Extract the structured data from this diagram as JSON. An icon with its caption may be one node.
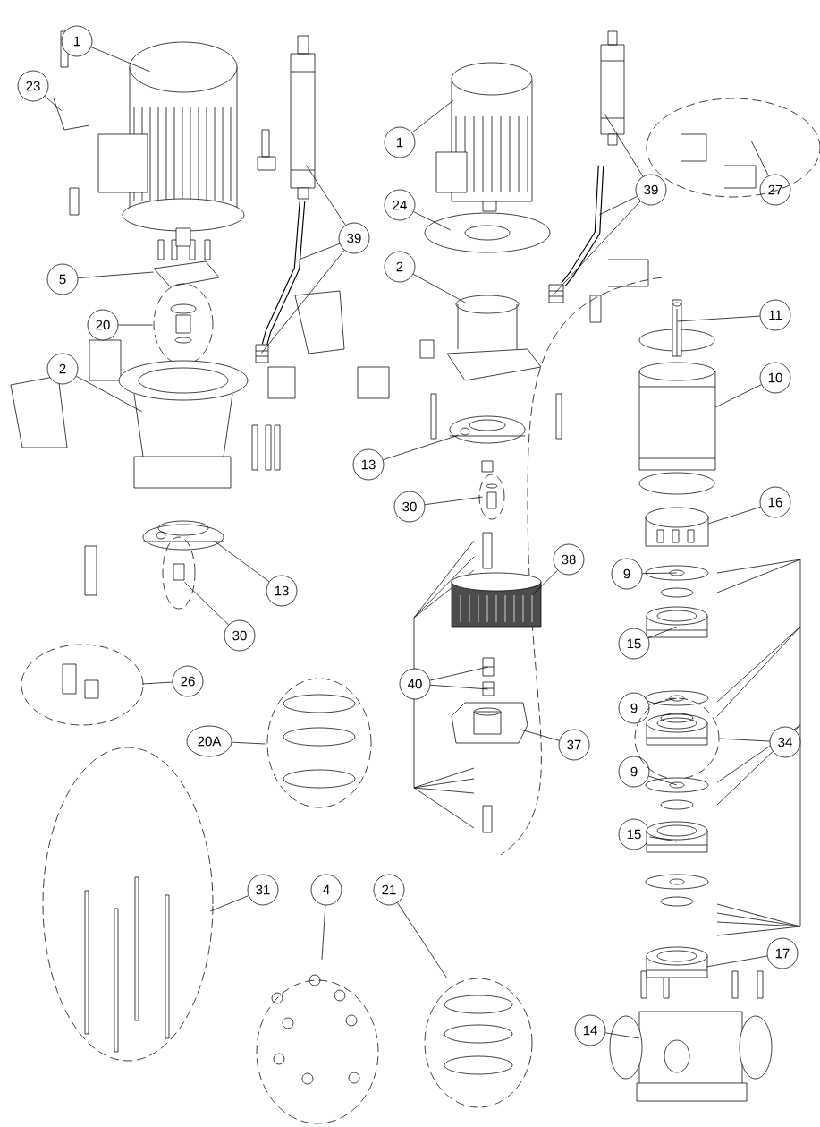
{
  "diagram": {
    "nodes": [
      {
        "text": [
          "1"
        ]
      },
      {
        "text": [
          "23"
        ]
      },
      {
        "text": [
          "1"
        ]
      },
      {
        "text": [
          "39"
        ]
      },
      {
        "text": [
          "27"
        ]
      },
      {
        "text": [
          "24"
        ]
      },
      {
        "text": [
          "39"
        ]
      },
      {
        "text": [
          "2"
        ]
      },
      {
        "text": [
          "5"
        ]
      },
      {
        "text": [
          "11"
        ]
      },
      {
        "text": [
          "20"
        ]
      },
      {
        "text": [
          "2"
        ]
      },
      {
        "text": [
          "10"
        ]
      },
      {
        "text": [
          "13"
        ]
      },
      {
        "text": [
          "16"
        ]
      },
      {
        "text": [
          "30"
        ]
      },
      {
        "text": [
          "38"
        ]
      },
      {
        "text": [
          "9"
        ]
      },
      {
        "text": [
          "13"
        ]
      },
      {
        "text": [
          "30"
        ]
      },
      {
        "text": [
          "15"
        ]
      },
      {
        "text": [
          "26"
        ]
      },
      {
        "text": [
          "40"
        ]
      },
      {
        "text": [
          "9"
        ]
      },
      {
        "text": [
          "20A"
        ]
      },
      {
        "text": [
          "34"
        ]
      },
      {
        "text": [
          "37"
        ]
      },
      {
        "text": [
          "9"
        ]
      },
      {
        "text": [
          "15"
        ]
      },
      {
        "text": [
          "31"
        ]
      },
      {
        "text": [
          "4"
        ]
      },
      {
        "text": [
          "21"
        ]
      },
      {
        "text": [
          "17"
        ]
      },
      {
        "text": [
          "14"
        ]
      },
      {
        "text": [],
        "shape": "picture"
      },
      {
        "text": [],
        "shape": "picture"
      },
      {
        "text": [],
        "shape": "picture"
      },
      {
        "text": [],
        "shape": "picture"
      },
      {
        "text": [],
        "shape": "picture"
      },
      {
        "text": [],
        "shape": "picture"
      },
      {
        "text": [],
        "shape": "picture"
      },
      {
        "text": [],
        "shape": "picture"
      },
      {
        "text": [],
        "shape": "picture"
      },
      {
        "text": [],
        "shape": "picture"
      },
      {
        "text": [],
        "shape": "picture"
      },
      {
        "text": [],
        "shape": "picture"
      },
      {
        "text": [],
        "shape": "picture"
      },
      {
        "text": [],
        "shape": "picture"
      },
      {
        "text": [],
        "shape": "picture"
      },
      {
        "text": [],
        "shape": "picture"
      },
      {
        "text": [],
        "shape": "picture"
      },
      {
        "text": [],
        "shape": "picture"
      },
      {
        "text": [],
        "shape": "picture"
      },
      {
        "text": [],
        "shape": "picture"
      },
      {
        "text": [],
        "shape": "picture"
      },
      {
        "text": [],
        "shape": "picture"
      },
      {
        "text": [],
        "shape": "picture"
      },
      {
        "text": [],
        "shape": "picture"
      },
      {
        "text": [],
        "shape": "picture"
      },
      {
        "text": [],
        "shape": "picture"
      },
      {
        "text": [],
        "shape": "picture"
      },
      {
        "text": [],
        "shape": "picture"
      },
      {
        "text": [],
        "shape": "picture"
      },
      {
        "text": [],
        "shape": "picture"
      },
      {
        "text": [],
        "shape": "picture"
      },
      {
        "text": [],
        "shape": "picture"
      },
      {
        "text": [],
        "shape": "picture"
      },
      {
        "text": [],
        "shape": "picture"
      },
      {
        "text": [],
        "shape": "picture"
      },
      {
        "text": [],
        "shape": "picture"
      },
      {
        "text": [],
        "shape": "picture"
      },
      {
        "text": [],
        "shape": "picture"
      },
      {
        "text": [],
        "shape": "picture"
      }
    ],
    "edges": [
      {
        "from": 0,
        "to": 34,
        "arrow": "none"
      },
      {
        "from": 1,
        "to": 35,
        "arrow": "none"
      },
      {
        "from": 2,
        "to": 36,
        "arrow": "none"
      },
      {
        "from": 3,
        "to": 37,
        "arrow": "none"
      },
      {
        "from": 3,
        "to": 38,
        "arrow": "none"
      },
      {
        "from": 3,
        "to": 39,
        "arrow": "none"
      },
      {
        "from": 4,
        "to": 40,
        "arrow": "none"
      },
      {
        "from": 5,
        "to": 41,
        "arrow": "none"
      },
      {
        "from": 6,
        "to": 42,
        "arrow": "none"
      },
      {
        "from": 6,
        "to": 43,
        "arrow": "none"
      },
      {
        "from": 6,
        "to": 44,
        "arrow": "none"
      },
      {
        "from": 7,
        "to": 45,
        "arrow": "none"
      },
      {
        "from": 8,
        "to": 46,
        "arrow": "none"
      },
      {
        "from": 9,
        "to": 47,
        "arrow": "none"
      },
      {
        "from": 10,
        "to": 48,
        "arrow": "none"
      },
      {
        "from": 11,
        "to": 49,
        "arrow": "none"
      },
      {
        "from": 12,
        "to": 50,
        "arrow": "none"
      },
      {
        "from": 13,
        "to": 51,
        "arrow": "none"
      },
      {
        "from": 14,
        "to": 52,
        "arrow": "none"
      },
      {
        "from": 15,
        "to": 53,
        "arrow": "none"
      },
      {
        "from": 16,
        "to": 54,
        "arrow": "none"
      },
      {
        "from": 17,
        "to": 55,
        "arrow": "none"
      },
      {
        "from": 18,
        "to": 56,
        "arrow": "none"
      },
      {
        "from": 19,
        "to": 57,
        "arrow": "none"
      },
      {
        "from": 20,
        "to": 58,
        "arrow": "none"
      },
      {
        "from": 21,
        "to": 59,
        "arrow": "none"
      },
      {
        "from": 22,
        "to": 60,
        "arrow": "none"
      },
      {
        "from": 22,
        "to": 61,
        "arrow": "none"
      },
      {
        "from": 23,
        "to": 62,
        "arrow": "none"
      },
      {
        "from": 24,
        "to": 63,
        "arrow": "none"
      },
      {
        "from": 25,
        "to": 64,
        "arrow": "none"
      },
      {
        "from": 26,
        "to": 65,
        "arrow": "none"
      },
      {
        "from": 27,
        "to": 66,
        "arrow": "none"
      },
      {
        "from": 28,
        "to": 67,
        "arrow": "none"
      },
      {
        "from": 29,
        "to": 68,
        "arrow": "none"
      },
      {
        "from": 30,
        "to": 69,
        "arrow": "none"
      },
      {
        "from": 31,
        "to": 70,
        "arrow": "none"
      },
      {
        "from": 32,
        "to": 71,
        "arrow": "none"
      },
      {
        "from": 33,
        "to": 72,
        "arrow": "none"
      }
    ]
  }
}
